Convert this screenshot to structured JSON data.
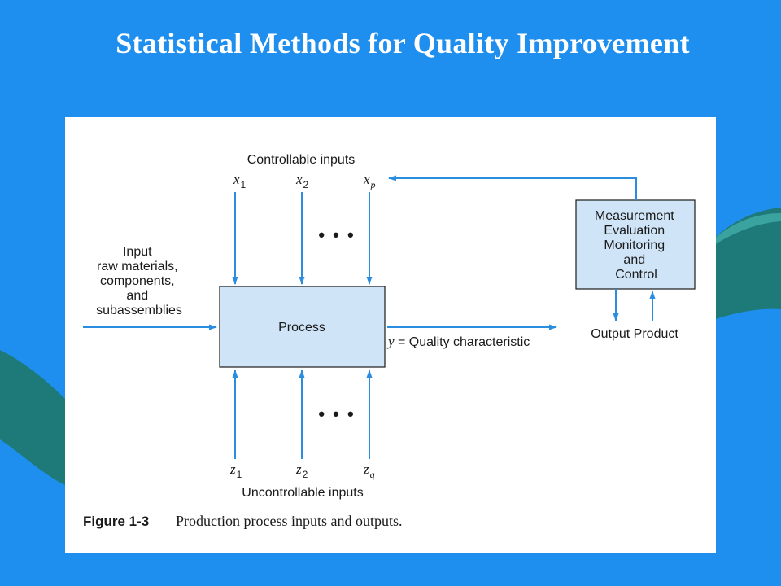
{
  "slide": {
    "title": "Statistical Methods for Quality Improvement",
    "background_color": "#1f8fef",
    "accent_color": "#1e7a78"
  },
  "diagram": {
    "controllable_label": "Controllable inputs",
    "controllable_vars": [
      {
        "base": "x",
        "sub": "1"
      },
      {
        "base": "x",
        "sub": "2"
      },
      {
        "base": "x",
        "sub": "p"
      }
    ],
    "ellipsis": "• • •",
    "input_label_lines": [
      "Input",
      "raw materials,",
      "components,",
      "and",
      "subassemblies"
    ],
    "process_label": "Process",
    "output_var": "y",
    "output_label": " = Quality characteristic",
    "measurement_lines": [
      "Measurement",
      "Evaluation",
      "Monitoring",
      "and",
      "Control"
    ],
    "output_product_label": "Output Product",
    "uncontrollable_vars": [
      {
        "base": "z",
        "sub": "1"
      },
      {
        "base": "z",
        "sub": "2"
      },
      {
        "base": "z",
        "sub": "q"
      }
    ],
    "uncontrollable_label": "Uncontrollable inputs",
    "box_fill": "#cfe4f7",
    "arrow_color": "#2b8de0"
  },
  "figure": {
    "caption_number": "Figure 1-3",
    "caption_text": "Production process inputs and outputs."
  }
}
